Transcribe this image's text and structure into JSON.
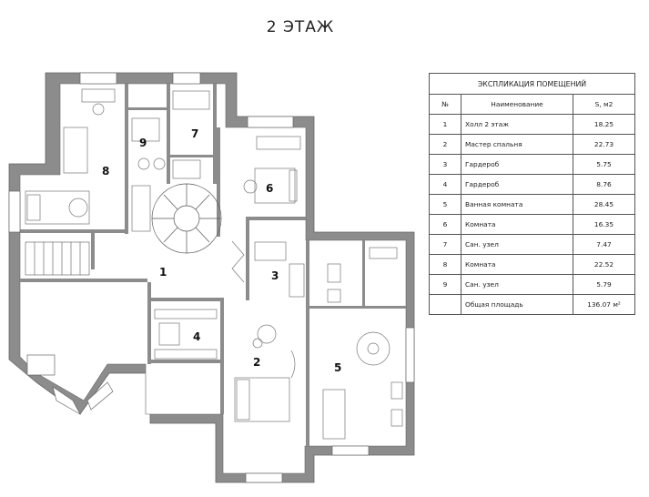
{
  "title": "2 ЭТАЖ",
  "rooms": [
    {
      "num": "1",
      "name": "Холл 2 этаж",
      "area": "18.25"
    },
    {
      "num": "2",
      "name": "Мастер спальня",
      "area": "22.73"
    },
    {
      "num": "3",
      "name": "Гардероб",
      "area": "5.75"
    },
    {
      "num": "4",
      "name": "Гардероб",
      "area": "8.76"
    },
    {
      "num": "5",
      "name": "Ванная комната",
      "area": "28.45"
    },
    {
      "num": "6",
      "name": "Комната",
      "area": "16.35"
    },
    {
      "num": "7",
      "name": "Сан. узел",
      "area": "7.47"
    },
    {
      "num": "8",
      "name": "Комната",
      "area": "22.52"
    },
    {
      "num": "9",
      "name": "Сан. узел",
      "area": "5.79"
    }
  ],
  "legend": {
    "caption": "ЭКСПЛИКАЦИЯ ПОМЕЩЕНИЙ",
    "col_num": "№",
    "col_name": "Наименование",
    "col_area": "S, м2",
    "total_label": "Общая площадь",
    "total_value": "136.07 м²"
  },
  "colors": {
    "wall": "#8c8c8c",
    "line": "#666666"
  }
}
